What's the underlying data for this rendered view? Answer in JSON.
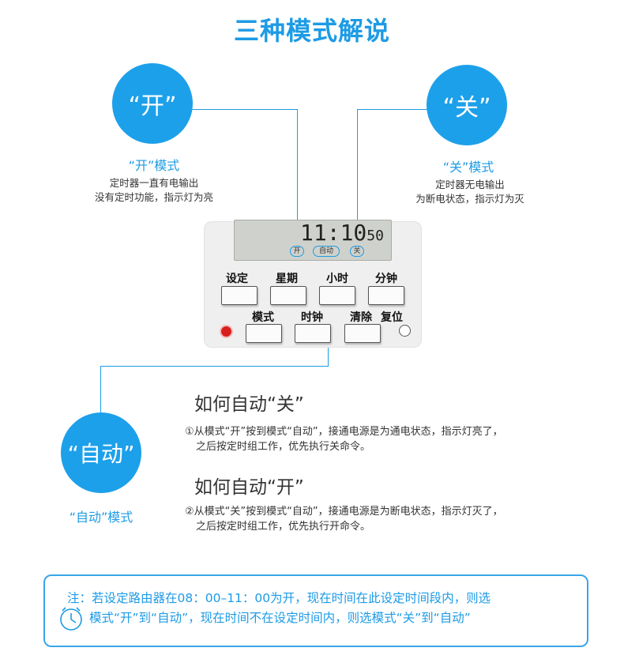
{
  "title": "三种模式解说",
  "modes": {
    "on": {
      "circle": "“开”",
      "label": "“开”模式",
      "desc_line1": "定时器一直有电输出",
      "desc_line2": "没有定时功能，指示灯为亮"
    },
    "off": {
      "circle": "“关”",
      "label": "“关”模式",
      "desc_line1": "定时器无电输出",
      "desc_line2": "为断电状态，指示灯为灭"
    },
    "auto": {
      "circle": "“自动”",
      "label": "“自动”模式"
    }
  },
  "device": {
    "time_main": "11:10",
    "time_seconds": "50",
    "indicator_on": "开",
    "indicator_auto": "自动",
    "indicator_off": "关",
    "buttons_row1": [
      "设定",
      "星期",
      "小时",
      "分钟"
    ],
    "buttons_row2": [
      "模式",
      "时钟",
      "清除"
    ],
    "reset_label": "复位"
  },
  "instructions": {
    "auto_off_heading": "如何自动“关”",
    "auto_off_step_line1": "①从模式“开”按到模式“自动”，接通电源是为通电状态，指示灯亮了，",
    "auto_off_step_line2": "之后按定时组工作，优先执行关命令。",
    "auto_on_heading": "如何自动“开”",
    "auto_on_step_line1": "②从模式“关”按到模式“自动”，接通电源是为断电状态，指示灯灭了，",
    "auto_on_step_line2": "之后按定时组工作，优先执行开命令。"
  },
  "note": {
    "line1": "注：若设定路由器在08：00–11：00为开，现在时间在此设定时间段内，则选",
    "line2": "模式“开”到“自动”，现在时间不在设定时间内，则选模式“关”到“自动”"
  },
  "colors": {
    "accent": "#1d9be5",
    "circle": "#1da0ea",
    "indicator_led": "#d81e1e"
  }
}
